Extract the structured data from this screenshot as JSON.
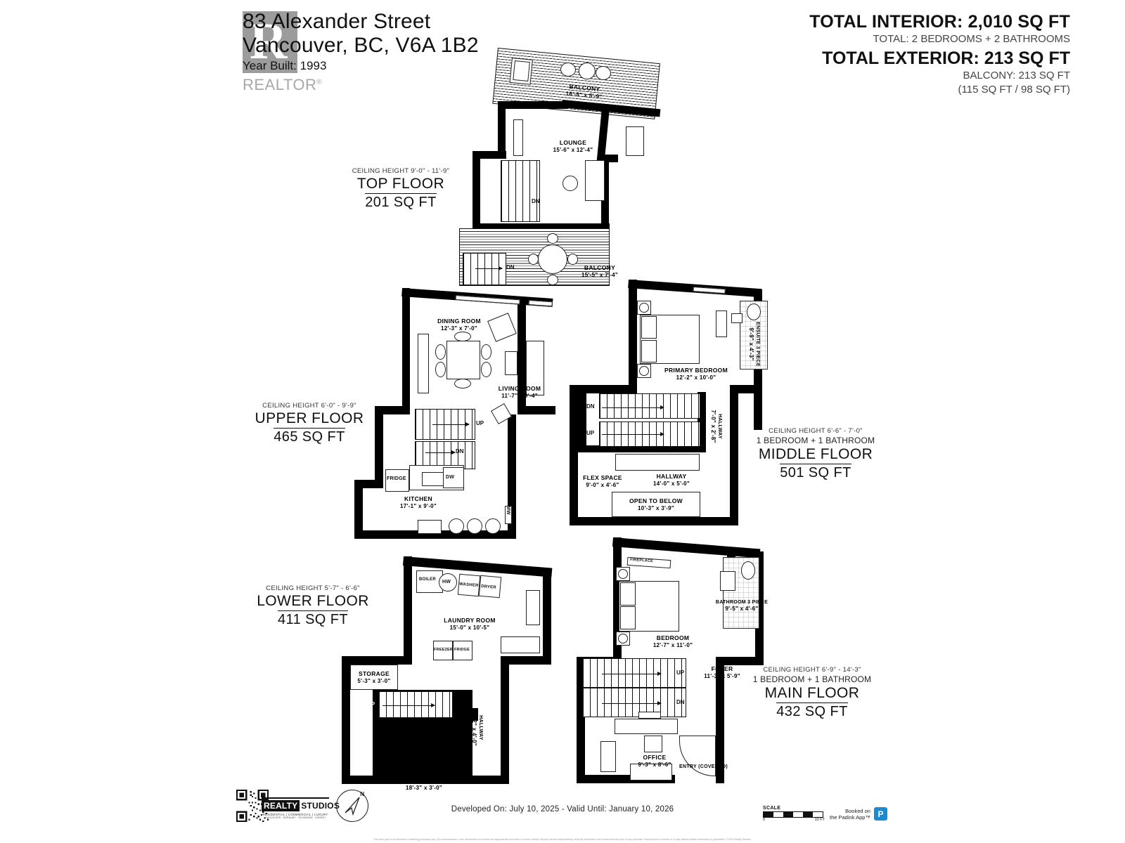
{
  "header": {
    "address_line1": "83 Alexander Street",
    "address_line2": "Vancouver, BC, V6A 1B2",
    "year_built": "Year Built: 1993",
    "watermark_glyph": "R",
    "watermark_word": "REALTOR",
    "watermark_reg": "®",
    "total_interior": "TOTAL INTERIOR: 2,010 SQ FT",
    "total_interior_sub": "TOTAL: 2 BEDROOMS + 2 BATHROOMS",
    "total_exterior": "TOTAL EXTERIOR: 213 SQ FT",
    "balcony_total": "BALCONY: 213 SQ FT",
    "balcony_split": "(115 SQ FT / 98 SQ FT)"
  },
  "floors": {
    "top": {
      "ceiling": "CEILING HEIGHT 9'-0\" - 11'-9\"",
      "name": "TOP FLOOR",
      "sqft": "201 SQ FT",
      "rooms": [
        {
          "name": "BALCONY",
          "dim": "16'-5\" x 5'-9\""
        },
        {
          "name": "LOUNGE",
          "dim": "15'-6\" x 12'-4\""
        },
        {
          "name": "BALCONY",
          "dim": "15'-5\" x 7'-4\""
        }
      ],
      "markers": [
        "DN",
        "DN"
      ]
    },
    "upper": {
      "ceiling": "CEILING HEIGHT 6'-0\" - 9'-9\"",
      "name": "UPPER FLOOR",
      "sqft": "465 SQ FT",
      "rooms": [
        {
          "name": "DINING ROOM",
          "dim": "12'-3\" x 7'-0\""
        },
        {
          "name": "LIVING ROOM",
          "dim": "11'-7\" x 9'-4\""
        },
        {
          "name": "KITCHEN",
          "dim": "17'-1\" x 9'-0\""
        }
      ],
      "appliances": [
        "FRIDGE",
        "DW",
        "MW"
      ],
      "markers": [
        "UP",
        "DN"
      ]
    },
    "middle": {
      "ceiling": "CEILING HEIGHT 6'-6\" - 7'-0\"",
      "bedbath": "1 BEDROOM + 1 BATHROOM",
      "name": "MIDDLE FLOOR",
      "sqft": "501 SQ FT",
      "rooms": [
        {
          "name": "PRIMARY BEDROOM",
          "dim": "12'-2\" x 10'-0\""
        },
        {
          "name": "ENSUITE 3 PIECE",
          "dim": "9'-9\" x 4'-3\""
        },
        {
          "name": "HALLWAY",
          "dim": "7'-0\" x 2'-8\""
        },
        {
          "name": "HALLWAY",
          "dim": "14'-0\" x 5'-0\""
        },
        {
          "name": "FLEX SPACE",
          "dim": "9'-0\" x 4'-6\""
        },
        {
          "name": "OPEN TO BELOW",
          "dim": "10'-3\" x 3'-9\""
        }
      ],
      "markers": [
        "DN",
        "UP"
      ]
    },
    "lower": {
      "ceiling": "CEILING HEIGHT 5'-7\" - 6'-6\"",
      "name": "LOWER FLOOR",
      "sqft": "411 SQ FT",
      "rooms": [
        {
          "name": "LAUNDRY ROOM",
          "dim": "15'-0\" x 10'-5\""
        },
        {
          "name": "STORAGE",
          "dim": "5'-3\" x 3'-0\""
        },
        {
          "name": "HALLWAY",
          "dim": "11'-2\" x 4'-0\""
        },
        {
          "name": "HALLWAY",
          "dim": "18'-3\" x 3'-0\""
        }
      ],
      "appliances": [
        "BOILER",
        "HW",
        "WASHER",
        "DRYER",
        "FREEZER",
        "FRIDGE"
      ],
      "markers": [
        "UP"
      ]
    },
    "main": {
      "ceiling": "CEILING HEIGHT 6'-9\" - 14'-3\"",
      "bedbath": "1 BEDROOM + 1 BATHROOM",
      "name": "MAIN FLOOR",
      "sqft": "432 SQ FT",
      "rooms": [
        {
          "name": "BEDROOM",
          "dim": "12'-7\" x 11'-0\""
        },
        {
          "name": "BATHROOM 3 PIECE",
          "dim": "9'-5\" x 4'-6\""
        },
        {
          "name": "FOYER",
          "dim": "11'-3\" x 5'-9\""
        },
        {
          "name": "OFFICE",
          "dim": "9'-3\" x 8'-6\""
        }
      ],
      "features": [
        "FIREPLACE",
        "ENTRY (COVERED)"
      ],
      "markers": [
        "UP",
        "DN"
      ]
    }
  },
  "footer": {
    "logo_part1": "REALTY",
    "logo_part2": "STUDIOS",
    "logo_tag": "RESIDENTIAL | COMMERCIAL | LUXURY",
    "logo_sub": "VANCOUVER · BURNABY · RICHMOND · SURREY",
    "compass_n": "N",
    "developed": "Developed On: July 10, 2025 - Valid Until: January 10, 2026",
    "scale_label": "SCALE",
    "scale_min": "0",
    "scale_max": "10 FT",
    "padlink_line1": "Booked on",
    "padlink_line2": "the Padink App™",
    "padlink_icon": "P",
    "disclaimer": "This floor plan is for illustrative marketing purposes only. All measurements, room dimensions and areas are approximate and have not been verified. Buyers should independently verify all information and measurements prior to any purchase. Reproduction in whole or in part without written permission is prohibited. © 2025 Realty Studios."
  }
}
